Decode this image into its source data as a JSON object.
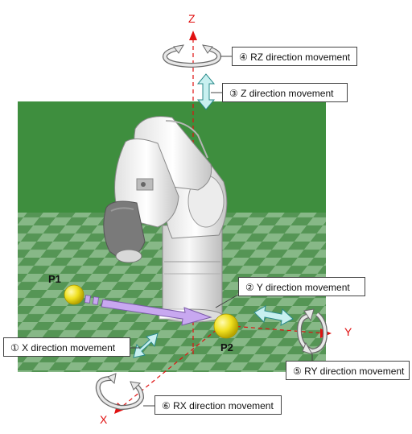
{
  "axes": {
    "z": "Z",
    "y": "Y",
    "x": "X"
  },
  "points": {
    "p1": "P1",
    "p2": "P2"
  },
  "movements": {
    "rz": "④ RZ direction movement",
    "z": "③ Z direction movement",
    "y": "② Y direction movement",
    "x": "① X direction movement",
    "ry": "⑤ RY direction movement",
    "rx": "⑥ RX direction movement"
  },
  "colors": {
    "axis": "#e01010",
    "floor_light": "#9bc89b",
    "floor_dark": "#5e9e5e",
    "backdrop": "#3e8e3e",
    "robot": "#f2f2f2",
    "robot_dark": "#7a7a7a",
    "target_ball": "#f0e020",
    "path_arrow": "#c8a8f0",
    "move_arrow": "#c8f0f0"
  },
  "icons": {
    "rotation": "curved-rotation-arrow-icon",
    "translation": "double-headed-arrow-icon"
  }
}
